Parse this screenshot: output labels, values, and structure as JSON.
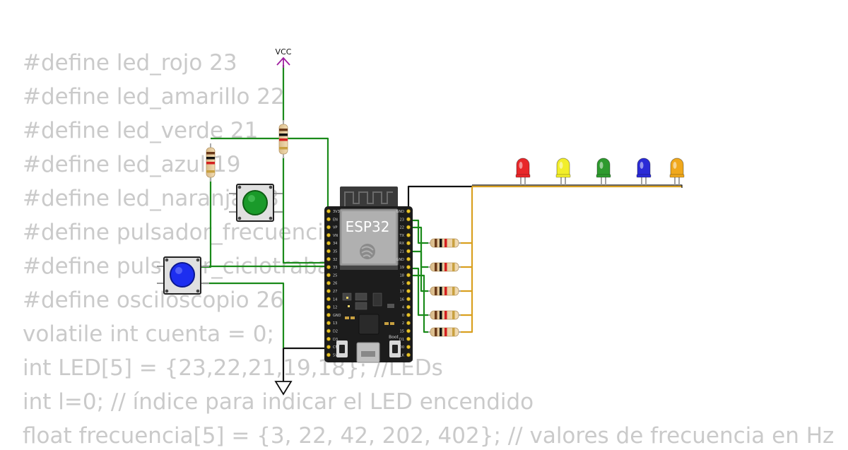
{
  "code_lines": [
    "#define led_rojo 23",
    "#define led_amarillo 22",
    "#define led_verde 21",
    "#define led_azul 19",
    "#define led_naranja 18",
    "#define pulsador_frecuencia 35",
    "#define pulsador_ciclotrabajo 34",
    "#define osciloscopio 26",
    "volatile int cuenta = 0;",
    "int LED[5] = {23,22,21,19,18}; //LEDs",
    "int l=0; // índice para indicar el LED encendido",
    "float frecuencia[5] = {3, 22, 42, 202, 402}; // valores de frecuencia en Hz"
  ],
  "vcc_label": "VCC",
  "board": {
    "name": "ESP32",
    "boot_label": "Boot",
    "left_pins": [
      "3V3",
      "EN",
      "VP",
      "VN",
      "34",
      "35",
      "32",
      "33",
      "25",
      "26",
      "27",
      "14",
      "12",
      "GND",
      "13",
      "D2",
      "D3",
      "CMD",
      "5V"
    ],
    "right_pins": [
      "GND",
      "23",
      "22",
      "TX",
      "RX",
      "21",
      "GND",
      "19",
      "18",
      "5",
      "17",
      "16",
      "4",
      "0",
      "2",
      "15",
      "D1",
      "D0",
      "CLK"
    ]
  },
  "colors": {
    "led_red": "#e8272a",
    "led_yellow": "#f2ee2a",
    "led_green": "#2e9a2e",
    "led_blue": "#2b2bd6",
    "led_orange": "#f0a81c",
    "wire_green": "#1a8a1a",
    "wire_orange": "#d9a020",
    "wire_black": "#111111",
    "vcc_purple": "#a020a0"
  }
}
